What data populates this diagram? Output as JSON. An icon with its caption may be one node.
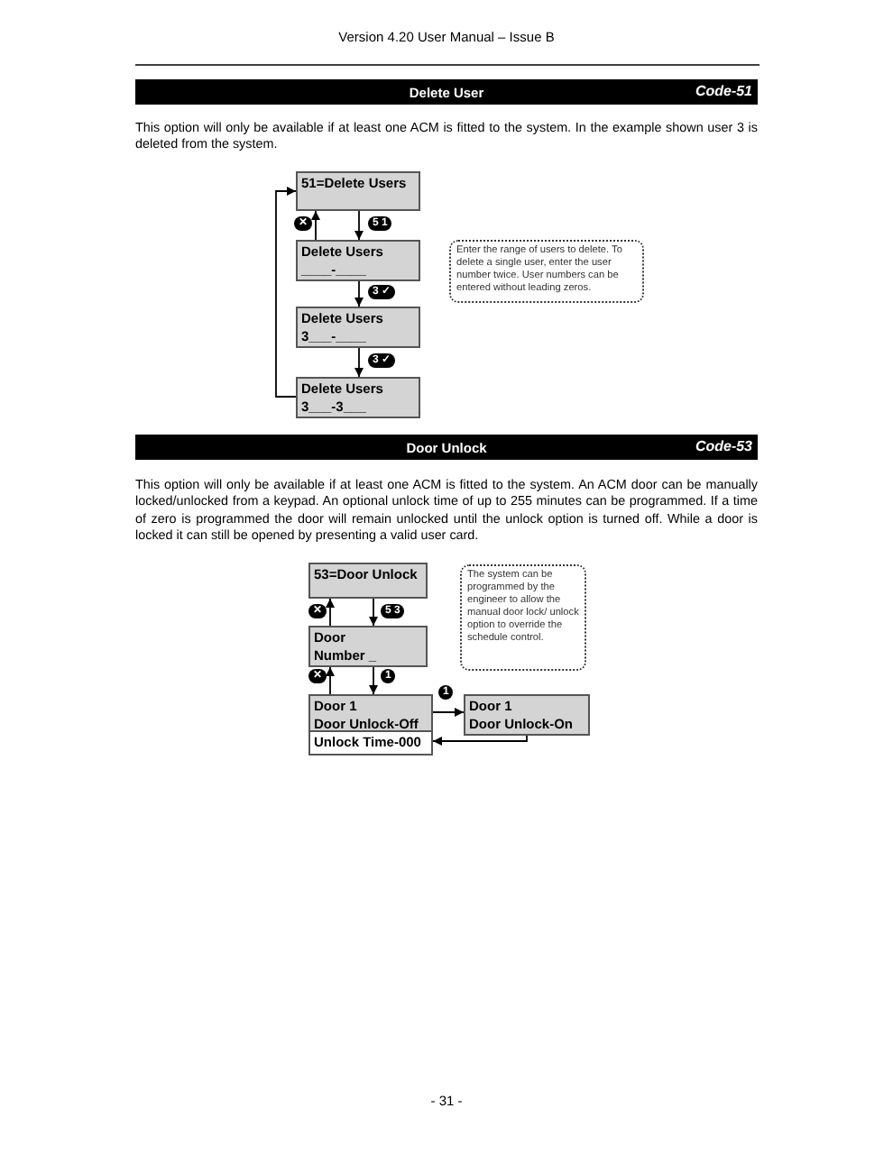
{
  "diagram": {
    "title": "Version 4.20 User Manual – Issue B",
    "caption": "- 31 -",
    "nodes": [
      {
        "text": [
          "51=Delete Users"
        ]
      },
      {
        "text": [
          "Delete Users",
          "____-____"
        ]
      },
      {
        "text": [
          "Delete Users",
          "3___-____"
        ]
      },
      {
        "text": [
          "Delete Users",
          "3___-3___"
        ]
      },
      {
        "text": [
          "Enter the range of users to delete. To delete a single user, enter the user number twice. User numbers can be entered without leading zeros."
        ]
      },
      {
        "text": [
          "53=Door Unlock"
        ]
      },
      {
        "text": [
          "Door",
          "Number _"
        ]
      },
      {
        "text": [
          "Door 1",
          "Door Unlock-Off"
        ]
      },
      {
        "text": [
          "Unlock Time-000"
        ]
      },
      {
        "text": [
          "Door 1",
          "Door Unlock-On"
        ]
      },
      {
        "text": [
          "The system can be programmed by the engineer to allow the manual door lock/ unlock option to override the schedule control."
        ]
      }
    ],
    "edges": [
      {
        "from": 0,
        "to": 1,
        "arrow": "to",
        "label": "5 1"
      },
      {
        "from": 1,
        "to": 0,
        "arrow": "to",
        "label": "✕"
      },
      {
        "from": 1,
        "to": 2,
        "arrow": "to",
        "label": "3 ✓"
      },
      {
        "from": 2,
        "to": 3,
        "arrow": "to",
        "label": "3 ✓"
      },
      {
        "from": 3,
        "to": 0,
        "arrow": "to"
      },
      {
        "from": 5,
        "to": 6,
        "arrow": "to",
        "label": "5 3"
      },
      {
        "from": 6,
        "to": 5,
        "arrow": "to",
        "label": "✕"
      },
      {
        "from": 6,
        "to": 7,
        "arrow": "to",
        "label": "1"
      },
      {
        "from": 7,
        "to": 6,
        "arrow": "to",
        "label": "✕"
      },
      {
        "from": 7,
        "to": 9,
        "arrow": "to",
        "label": "1"
      },
      {
        "from": 9,
        "to": 8,
        "arrow": "to"
      }
    ],
    "labels": [
      "Delete User",
      "Code-51",
      "This option will only be available if at least one ACM is fitted to the system. In the example shown user 3 is deleted from the system.",
      "Door Unlock",
      "Code-53",
      "This option will only be available if at least one ACM is fitted to the system. An ACM door can be manually locked/unlocked from a keypad. An optional unlock time of up to 255 minutes can be programmed. If a time of zero is programmed the door will remain unlocked until the unlock option is turned off. While a door is locked it can still be opened by presenting a valid user card."
    ]
  }
}
